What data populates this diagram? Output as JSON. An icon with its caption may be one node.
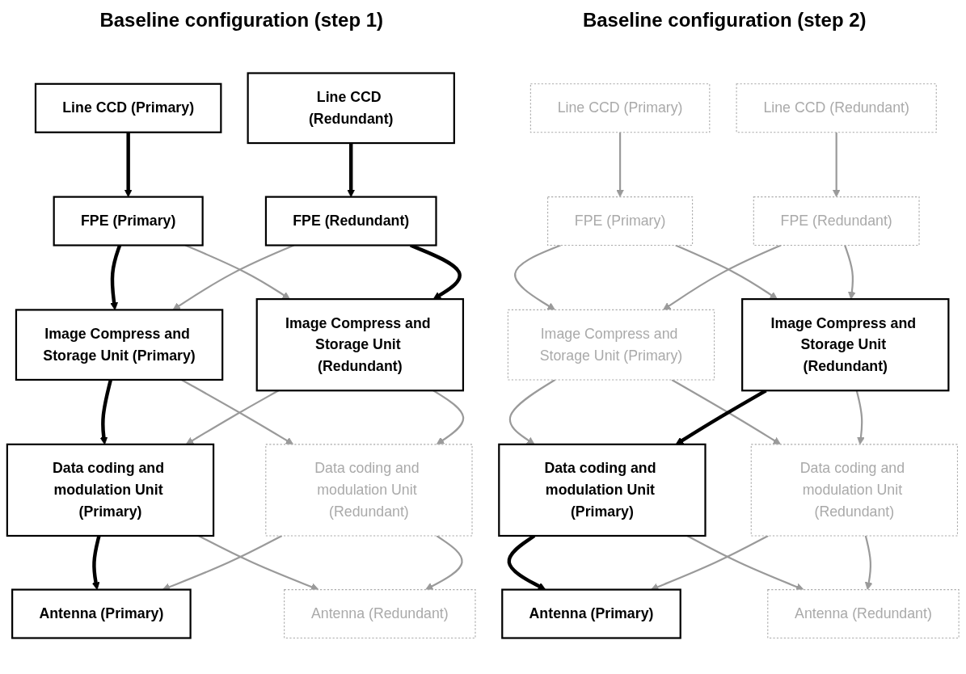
{
  "diagram": {
    "nodes": [
      {
        "text": [
          "Line CCD (Primary)"
        ]
      },
      {
        "text": [
          "Line CCD (Redundant)"
        ]
      },
      {
        "text": [
          "FPE (Primary)"
        ]
      },
      {
        "text": [
          "FPE (Redundant)"
        ]
      },
      {
        "text": [
          "Image Compress and Storage Unit (Primary)"
        ]
      },
      {
        "text": [
          "Image Compress and Storage Unit (Redundant)"
        ]
      },
      {
        "text": [
          "Data coding and modulation Unit (Primary)"
        ]
      },
      {
        "text": [
          "Data coding and modulation Unit (Redundant)"
        ]
      },
      {
        "text": [
          "Antenna (Primary)"
        ]
      },
      {
        "text": [
          "Antenna (Redundant)"
        ]
      },
      {
        "text": [
          "Line CCD (Primary)"
        ]
      },
      {
        "text": [
          "Line CCD (Redundant)"
        ]
      },
      {
        "text": [
          "FPE (Primary)"
        ]
      },
      {
        "text": [
          "FPE (Redundant)"
        ]
      },
      {
        "text": [
          "Image Compress and Storage Unit (Primary)"
        ]
      },
      {
        "text": [
          "Image Compress and Storage Unit (Redundant)"
        ]
      },
      {
        "text": [
          "Data coding and modulation Unit (Primary)"
        ]
      },
      {
        "text": [
          "Data coding and modulation Unit (Redundant)"
        ]
      },
      {
        "text": [
          "Antenna (Primary)"
        ]
      },
      {
        "text": [
          "Antenna (Redundant)"
        ]
      }
    ],
    "edges": [
      {
        "from": 0,
        "to": 2,
        "arrow": "to",
        "style": "thick",
        "color": "#000000"
      },
      {
        "from": 1,
        "to": 3,
        "arrow": "to",
        "style": "thick",
        "color": "#000000"
      },
      {
        "from": 2,
        "to": 4,
        "arrow": "to",
        "style": "thick",
        "color": "#000000"
      },
      {
        "from": 2,
        "to": 5,
        "arrow": "to"
      },
      {
        "from": 3,
        "to": 4,
        "arrow": "to"
      },
      {
        "from": 3,
        "to": 5,
        "arrow": "to",
        "style": "thick",
        "color": "#000000"
      },
      {
        "from": 4,
        "to": 6,
        "arrow": "to",
        "style": "thick",
        "color": "#000000"
      },
      {
        "from": 4,
        "to": 7,
        "arrow": "to"
      },
      {
        "from": 5,
        "to": 6,
        "arrow": "to"
      },
      {
        "from": 5,
        "to": 7,
        "arrow": "to"
      },
      {
        "from": 6,
        "to": 8,
        "arrow": "to",
        "style": "thick",
        "color": "#000000"
      },
      {
        "from": 6,
        "to": 9,
        "arrow": "to"
      },
      {
        "from": 7,
        "to": 8,
        "arrow": "to"
      },
      {
        "from": 7,
        "to": 9,
        "arrow": "to"
      },
      {
        "from": 10,
        "to": 12,
        "arrow": "to"
      },
      {
        "from": 11,
        "to": 13,
        "arrow": "to"
      },
      {
        "from": 12,
        "to": 14,
        "arrow": "to"
      },
      {
        "from": 12,
        "to": 15,
        "arrow": "to"
      },
      {
        "from": 13,
        "to": 14,
        "arrow": "to"
      },
      {
        "from": 13,
        "to": 15,
        "arrow": "to"
      },
      {
        "from": 14,
        "to": 16,
        "arrow": "to"
      },
      {
        "from": 14,
        "to": 17,
        "arrow": "to"
      },
      {
        "from": 15,
        "to": 16,
        "arrow": "to",
        "style": "thick",
        "color": "#000000"
      },
      {
        "from": 15,
        "to": 17,
        "arrow": "to"
      },
      {
        "from": 16,
        "to": 18,
        "arrow": "to",
        "style": "thick",
        "color": "#000000"
      },
      {
        "from": 16,
        "to": 19,
        "arrow": "to"
      },
      {
        "from": 17,
        "to": 18,
        "arrow": "to"
      },
      {
        "from": 17,
        "to": 19,
        "arrow": "to"
      }
    ],
    "labels": [
      "Baseline configuration (step 1)",
      "Baseline configuration (step 2)"
    ]
  }
}
